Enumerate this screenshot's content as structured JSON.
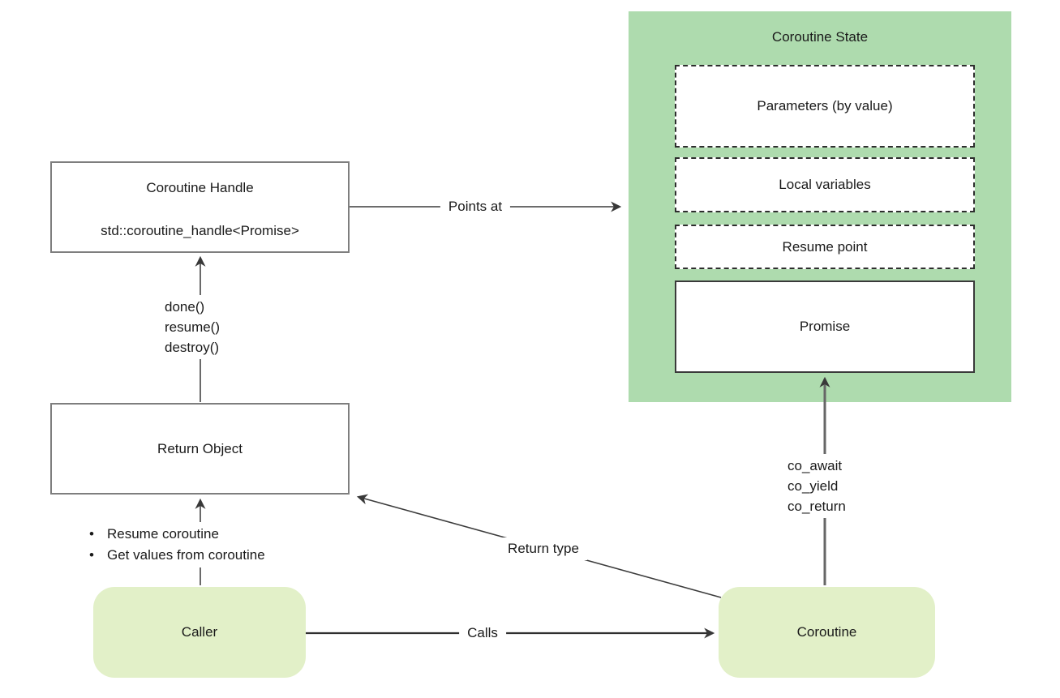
{
  "coroutine_state": {
    "title": "Coroutine State",
    "parameters_label": "Parameters (by value)",
    "local_variables_label": "Local variables",
    "resume_point_label": "Resume point",
    "promise_label": "Promise"
  },
  "coroutine_handle": {
    "title": "Coroutine Handle",
    "type_name": "std::coroutine_handle<Promise>"
  },
  "return_object": {
    "title": "Return Object"
  },
  "caller": {
    "title": "Caller"
  },
  "coroutine": {
    "title": "Coroutine"
  },
  "edge_labels": {
    "points_at": "Points at",
    "calls": "Calls",
    "return_type": "Return type"
  },
  "handle_methods": [
    "done()",
    "resume()",
    "destroy()"
  ],
  "coroutine_keywords": [
    "co_await",
    "co_yield",
    "co_return"
  ],
  "caller_actions": [
    "Resume coroutine",
    "Get values from coroutine"
  ],
  "bullet_glyph": "•",
  "colors": {
    "state_background": "#aedbae",
    "node_background": "#e2f0c8",
    "line": "#3c3c3c",
    "text": "#1a1a1a"
  }
}
